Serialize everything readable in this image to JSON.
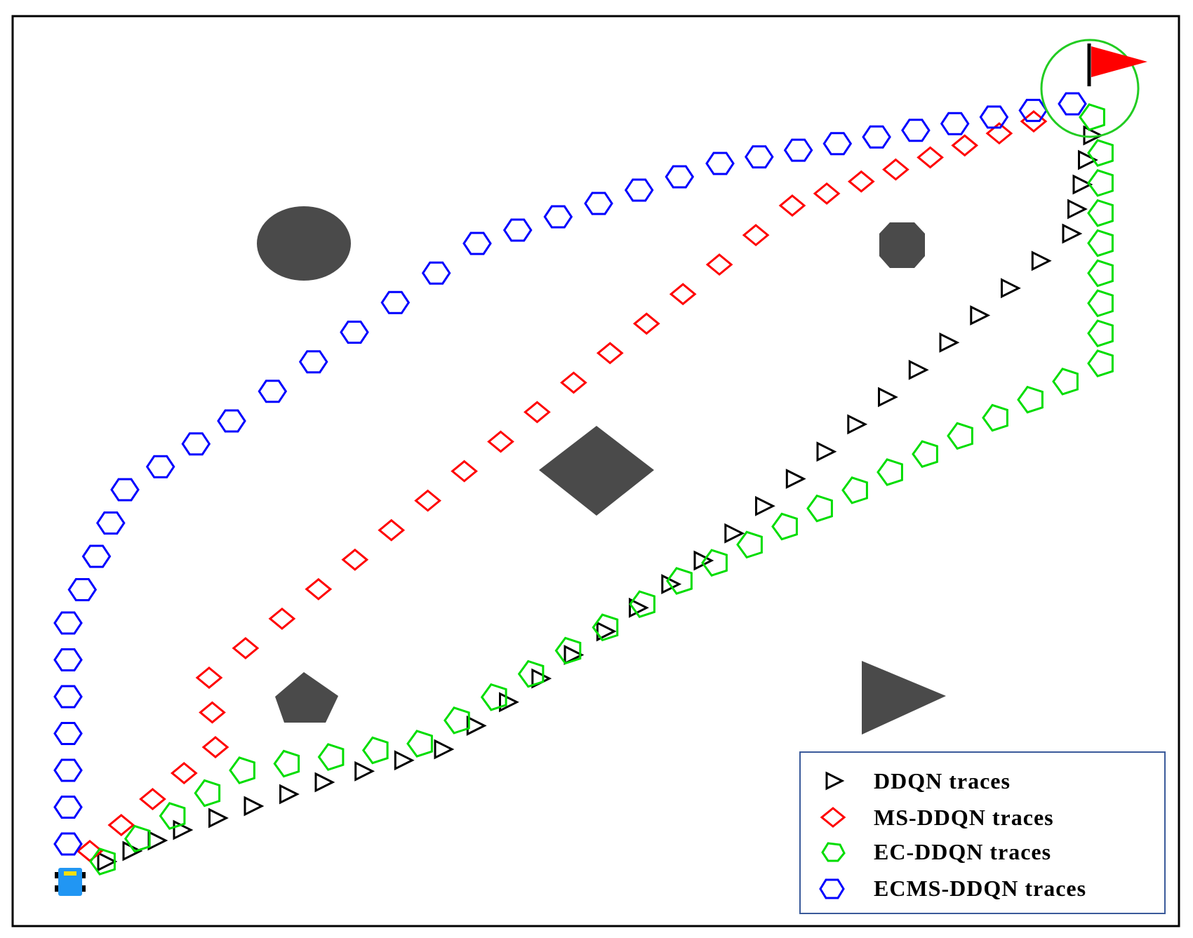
{
  "colors": {
    "ddqn": "#000000",
    "ms_ddqn": "#ff0000",
    "ec_ddqn": "#00dd00",
    "ecms_ddqn": "#0000ff",
    "obstacle": "#4a4a4a",
    "goal_flag": "#ff0000",
    "goal_circle": "#22cc22",
    "robot": "#2196f3",
    "robot_marker": "#ffe000",
    "legend_border": "#3a5a9a"
  },
  "icons": {
    "ddqn_marker": "triangle-right-outline",
    "ms_ddqn_marker": "diamond-outline",
    "ec_ddqn_marker": "pentagon-outline",
    "ecms_ddqn_marker": "hexagon-outline",
    "start": "robot-icon",
    "goal": "red-flag-icon"
  },
  "legend": {
    "items": [
      {
        "id": "ddqn",
        "label": "DDQN traces"
      },
      {
        "id": "ms_ddqn",
        "label": "MS-DDQN traces"
      },
      {
        "id": "ec_ddqn",
        "label": "EC-DDQN traces"
      },
      {
        "id": "ecms_ddqn",
        "label": "ECMS-DDQN traces"
      }
    ]
  },
  "obstacles": [
    {
      "shape": "ellipse"
    },
    {
      "shape": "octagon"
    },
    {
      "shape": "diamond"
    },
    {
      "shape": "pentagon"
    },
    {
      "shape": "triangle"
    }
  ]
}
